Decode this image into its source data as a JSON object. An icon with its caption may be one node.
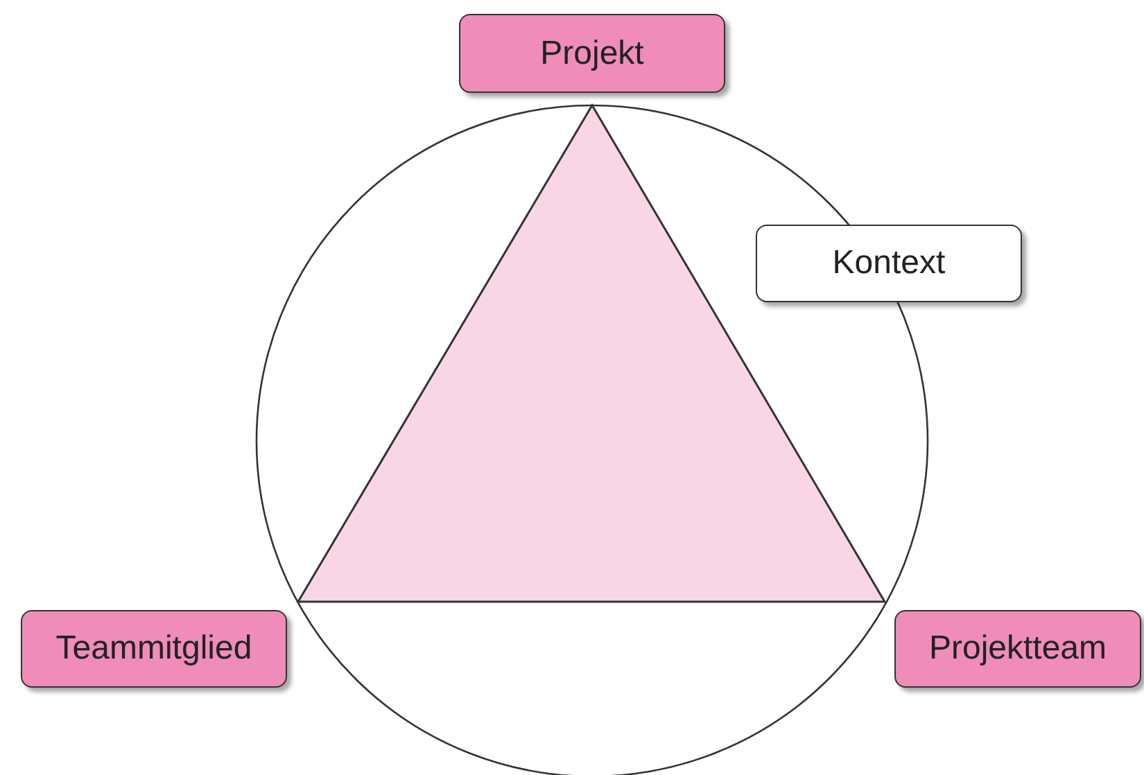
{
  "diagram": {
    "nodes": [
      {
        "text": [
          "Projekt"
        ]
      },
      {
        "text": [
          "Kontext"
        ]
      },
      {
        "text": [
          "Teammitglied"
        ]
      },
      {
        "text": [
          "Projektteam"
        ]
      }
    ]
  }
}
